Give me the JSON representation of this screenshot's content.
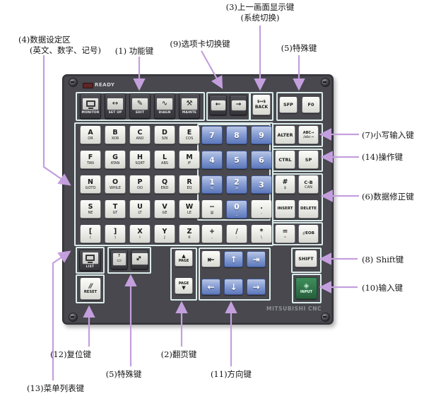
{
  "annotations": {
    "a3": {
      "l1": "(3)上一画面显示键",
      "l2": "(系统切换)"
    },
    "a4": {
      "l1": "(4)数据设定区",
      "l2": "(英文、数字、记号)"
    },
    "a1": {
      "l1": "(1) 功能键"
    },
    "a9": {
      "l1": "(9)选项卡切换键"
    },
    "a5top": {
      "l1": "(5)特殊键"
    },
    "a7": {
      "l1": "(7)小写输入键"
    },
    "a14": {
      "l1": "(14)操作键"
    },
    "a6": {
      "l1": "(6)数据修正键"
    },
    "a8": {
      "l1": "(8) Shift键"
    },
    "a10": {
      "l1": "(10)输入键"
    },
    "a12": {
      "l1": "(12)复位键"
    },
    "a2": {
      "l1": "(2)翻页键"
    },
    "a5bottom": {
      "l1": "(5)特殊键"
    },
    "a11": {
      "l1": "(11)方向键"
    },
    "a13": {
      "l1": "(13)菜单列表键"
    }
  },
  "panel": {
    "ready_label": "READY",
    "brand": "MITSUBISHI CNC",
    "colors": {
      "accent_arrow": "#c49fdd",
      "group_border": "#dcecea",
      "blue_key": "#7b96cf",
      "panel": "#48484e",
      "input_green": "#2f7a4a"
    },
    "function_keys": [
      {
        "icon": "monitor-screen",
        "label": "MONITOR",
        "name": "monitor"
      },
      {
        "icon": "↔",
        "label": "SET UP",
        "name": "setup"
      },
      {
        "icon": "✎",
        "label": "EDIT",
        "name": "edit"
      },
      {
        "icon": "∿",
        "label": "DIAGN",
        "name": "diagn"
      },
      {
        "icon": "⚒",
        "label": "MAINTE",
        "name": "mainte"
      }
    ],
    "tab_keys": [
      {
        "icon": "←",
        "name": "tab-left"
      },
      {
        "icon": "→",
        "name": "tab-right"
      }
    ],
    "back_key": {
      "top": "$↔$",
      "label": "BACK"
    },
    "special_top": [
      {
        "label": "SFP",
        "name": "sfp"
      },
      {
        "label": "F0",
        "name": "f0"
      }
    ],
    "main_keys": [
      {
        "t": "A",
        "s": "OR",
        "c": "w",
        "n": "a"
      },
      {
        "t": "B",
        "s": "XOR",
        "c": "w",
        "n": "b"
      },
      {
        "t": "C",
        "s": "AND",
        "c": "w",
        "n": "c"
      },
      {
        "t": "D",
        "s": "SIN",
        "c": "w",
        "n": "d"
      },
      {
        "t": "E",
        "s": "COS",
        "c": "w",
        "n": "e"
      },
      {
        "t": "7",
        "c": "b",
        "n": "7"
      },
      {
        "t": "8",
        "c": "b",
        "n": "8"
      },
      {
        "t": "9",
        "c": "b",
        "n": "9"
      },
      {
        "t": "F",
        "s": "TAN",
        "c": "w",
        "n": "f"
      },
      {
        "t": "G",
        "s": "ATAN",
        "c": "w",
        "n": "g"
      },
      {
        "t": "H",
        "s": "SQRT",
        "c": "w",
        "n": "h"
      },
      {
        "t": "L",
        "s": "ABS",
        "c": "w",
        "n": "l"
      },
      {
        "t": "M",
        "s": "IF",
        "c": "w",
        "n": "m"
      },
      {
        "t": "4",
        "c": "b",
        "n": "4"
      },
      {
        "t": "5",
        "c": "b",
        "n": "5"
      },
      {
        "t": "6",
        "c": "b",
        "n": "6"
      },
      {
        "t": "N",
        "s": "GOTO",
        "c": "w",
        "n": "n"
      },
      {
        "t": "O",
        "s": "WHILE",
        "c": "w",
        "n": "o"
      },
      {
        "t": "P",
        "s": "DO",
        "c": "w",
        "n": "p"
      },
      {
        "t": "Q",
        "s": "END",
        "c": "w",
        "n": "q"
      },
      {
        "t": "R",
        "s": "EQ",
        "c": "w",
        "n": "r"
      },
      {
        "t": "1",
        "s": "<",
        "c": "b",
        "n": "1"
      },
      {
        "t": "2",
        "s": ">",
        "c": "b",
        "n": "2"
      },
      {
        "t": "3",
        "c": "b",
        "n": "3"
      },
      {
        "t": "S",
        "s": "NE",
        "c": "w",
        "n": "s"
      },
      {
        "t": "T",
        "s": "GT",
        "c": "w",
        "n": "t"
      },
      {
        "t": "U",
        "s": "LT",
        "c": "w",
        "n": "u"
      },
      {
        "t": "V",
        "s": "GE",
        "c": "w",
        "n": "v"
      },
      {
        "t": "W",
        "s": "LE",
        "c": "w",
        "n": "w"
      },
      {
        "t": "−",
        "s": "@",
        "c": "w",
        "n": "minus"
      },
      {
        "t": "0",
        "s": "_",
        "c": "b",
        "n": "0"
      },
      {
        "t": ".",
        "s": ",",
        "c": "w",
        "n": "dot"
      },
      {
        "t": "[",
        "s": "(",
        "c": "w",
        "n": "bracket-open"
      },
      {
        "t": "]",
        "s": ")",
        "c": "w",
        "n": "bracket-close"
      },
      {
        "t": "X",
        "s": "I",
        "c": "w",
        "n": "x"
      },
      {
        "t": "Y",
        "s": "J",
        "c": "w",
        "n": "y"
      },
      {
        "t": "Z",
        "s": "K",
        "c": "w",
        "n": "z"
      },
      {
        "t": "+",
        "s": ",",
        "c": "w",
        "n": "plus"
      },
      {
        "t": "/",
        "s": ":",
        "c": "w",
        "n": "slash"
      },
      {
        "t": "*",
        "s": "\\",
        "c": "w",
        "n": "asterisk"
      }
    ],
    "right_keys": [
      {
        "t": "ALTER",
        "c": "w sm",
        "n": "alter"
      },
      {
        "t": "ABC→",
        "s": "/abc→",
        "c": "w xs",
        "n": "abc-lowercase"
      },
      {
        "t": "CTRL",
        "c": "w sm",
        "n": "ctrl"
      },
      {
        "t": "SP",
        "c": "w sm",
        "n": "sp"
      },
      {
        "t": "#",
        "s": "$",
        "c": "w",
        "n": "hash-dollar"
      },
      {
        "t": "C·B",
        "s": "CAN",
        "c": "w sm",
        "n": "cb-can"
      },
      {
        "t": "INSERT",
        "c": "w xs2",
        "n": "insert"
      },
      {
        "t": "DELETE",
        "c": "w xs2",
        "n": "delete"
      },
      {
        "t": "=",
        "s": "~",
        "c": "w",
        "n": "equals"
      },
      {
        "t": ";/EOB",
        "c": "w xs2",
        "n": "eob"
      }
    ],
    "bottom": {
      "list_key": {
        "icon": "monitor-screen",
        "label": "LIST"
      },
      "help_key": {
        "q": "?",
        "icon": "▭"
      },
      "expand_key": {
        "icon": "↔"
      },
      "reset_key": {
        "icon": "//",
        "label": "RESET"
      },
      "page_up": {
        "arrow": "▲",
        "label": "PAGE"
      },
      "page_down": {
        "arrow": "▼",
        "label": "PAGE"
      },
      "nav_keys": [
        {
          "g": "⇤",
          "c": "w",
          "n": "cursor-home"
        },
        {
          "g": "↑",
          "c": "b",
          "n": "cursor-up"
        },
        {
          "g": "⇥",
          "c": "b",
          "n": "cursor-end"
        },
        {
          "g": "←",
          "c": "b",
          "n": "cursor-left"
        },
        {
          "g": "↓",
          "c": "b",
          "n": "cursor-down"
        },
        {
          "g": "→",
          "c": "b",
          "n": "cursor-right"
        }
      ],
      "shift_key": {
        "label": "SHIFT"
      },
      "input_key": {
        "icon": "◈",
        "label": "INPUT"
      }
    }
  }
}
